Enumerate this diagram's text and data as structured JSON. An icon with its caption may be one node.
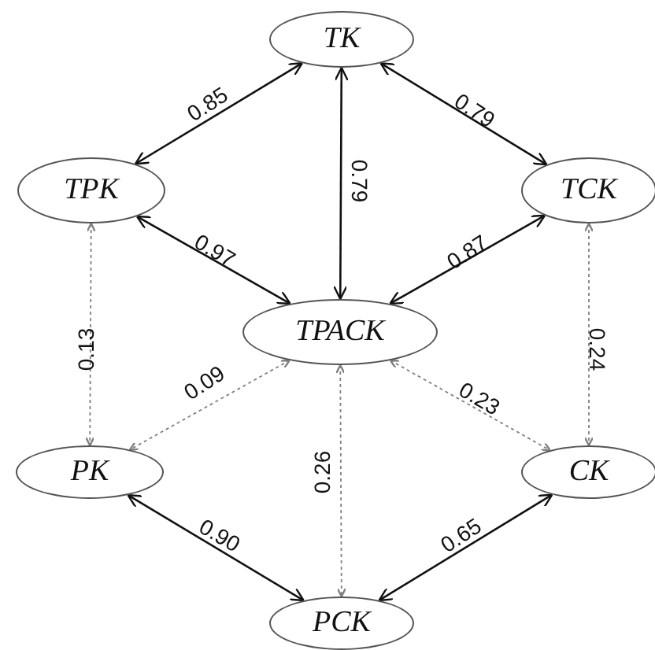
{
  "diagram": {
    "nodes": [
      {
        "text": [
          "TK"
        ]
      },
      {
        "text": [
          "TPK"
        ]
      },
      {
        "text": [
          "TCK"
        ]
      },
      {
        "text": [
          "TPACK"
        ]
      },
      {
        "text": [
          "PK"
        ]
      },
      {
        "text": [
          "CK"
        ]
      },
      {
        "text": [
          "PCK"
        ]
      }
    ],
    "edges": [
      {
        "from": 0,
        "to": 1,
        "arrow": "both",
        "label": "0.85"
      },
      {
        "from": 0,
        "to": 2,
        "arrow": "both",
        "label": "0.79"
      },
      {
        "from": 0,
        "to": 3,
        "arrow": "both",
        "label": "0.79"
      },
      {
        "from": 1,
        "to": 3,
        "arrow": "both",
        "label": "0.97"
      },
      {
        "from": 2,
        "to": 3,
        "arrow": "both",
        "label": "0.87"
      },
      {
        "from": 1,
        "to": 4,
        "arrow": "both",
        "label": "0.13",
        "style": "dashed",
        "color": "#808080"
      },
      {
        "from": 2,
        "to": 5,
        "arrow": "both",
        "label": "0.24",
        "style": "dashed",
        "color": "#808080"
      },
      {
        "from": 3,
        "to": 4,
        "arrow": "both",
        "label": "0.09",
        "style": "dashed",
        "color": "#808080"
      },
      {
        "from": 3,
        "to": 5,
        "arrow": "both",
        "label": "0.23",
        "style": "dashed",
        "color": "#808080"
      },
      {
        "from": 3,
        "to": 6,
        "arrow": "both",
        "label": "0.26",
        "style": "dashed",
        "color": "#808080"
      },
      {
        "from": 4,
        "to": 6,
        "arrow": "both",
        "label": "0.90"
      },
      {
        "from": 5,
        "to": 6,
        "arrow": "both",
        "label": "0.65"
      }
    ]
  }
}
